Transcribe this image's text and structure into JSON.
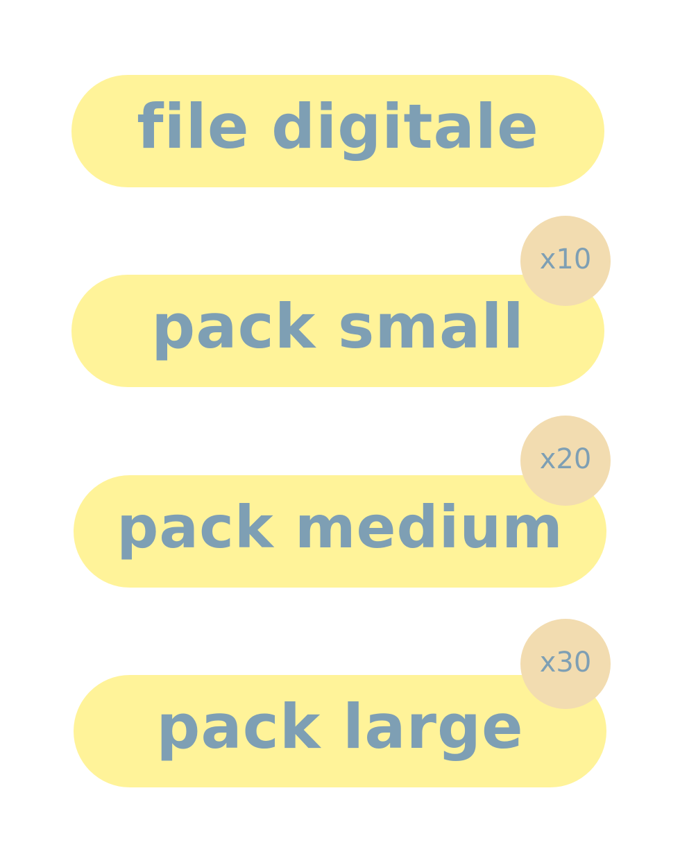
{
  "options": [
    {
      "label": "file digitale",
      "badge": ""
    },
    {
      "label": "pack small",
      "badge": "x10"
    },
    {
      "label": "pack medium",
      "badge": "x20"
    },
    {
      "label": "pack large",
      "badge": "x30"
    }
  ],
  "colors": {
    "background": "#ffffff",
    "pill": "#fff399",
    "text": "#7e9fb4",
    "badge": "#f2dcb0"
  }
}
